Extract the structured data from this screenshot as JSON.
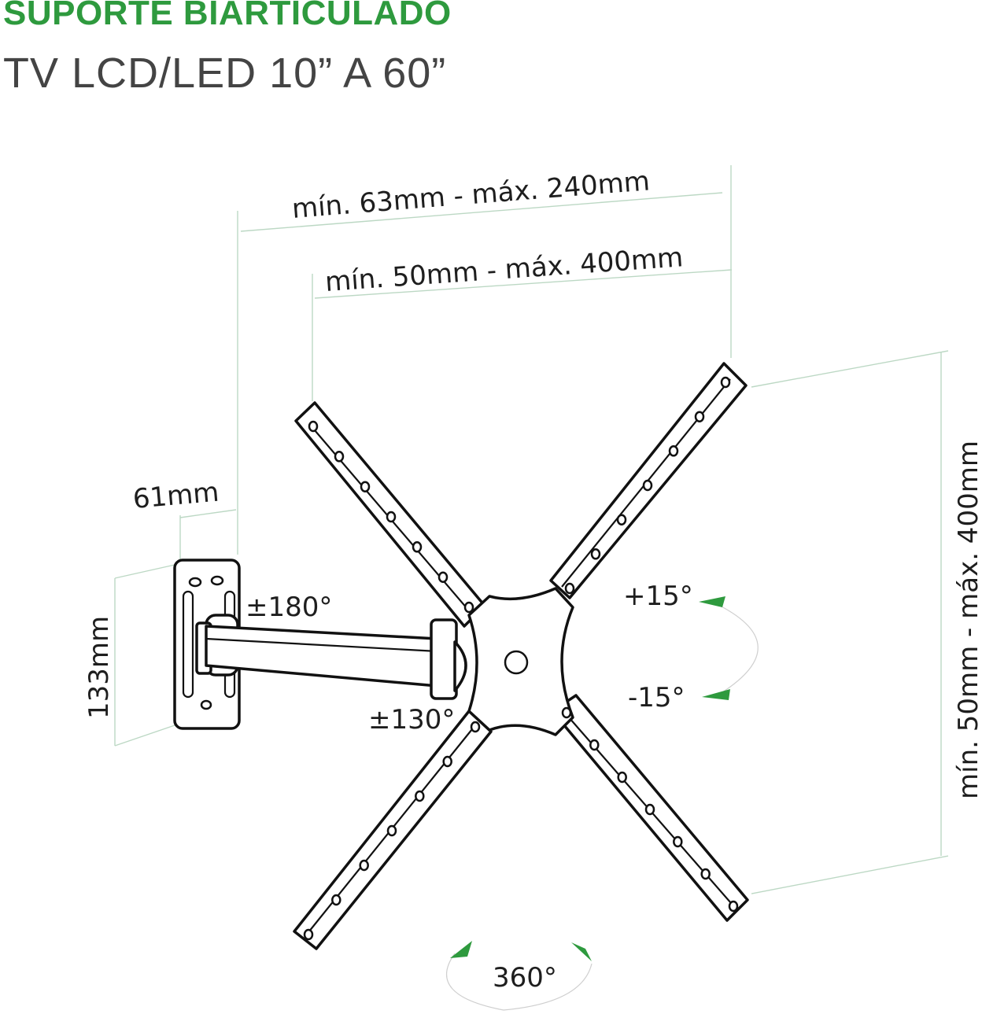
{
  "header": {
    "title": "SUPORTE BIARTICULADO",
    "subtitle": "TV LCD/LED 10” A 60”"
  },
  "dimensions": {
    "vesa_horizontal_small": "mín. 63mm - máx. 240mm",
    "vesa_horizontal_large": "mín. 50mm - máx. 400mm",
    "vesa_vertical": "mín. 50mm - máx. 400mm",
    "plate_width": "61mm",
    "plate_height": "133mm"
  },
  "angles": {
    "arm_swivel": "±180°",
    "head_swivel": "±130°",
    "tilt_up": "+15°",
    "tilt_down": "-15°",
    "rotation": "360°"
  },
  "colors": {
    "accent": "#2e9a3e",
    "subtitle": "#444444",
    "line": "#111111",
    "dimension_line": "#bcd8c4"
  }
}
